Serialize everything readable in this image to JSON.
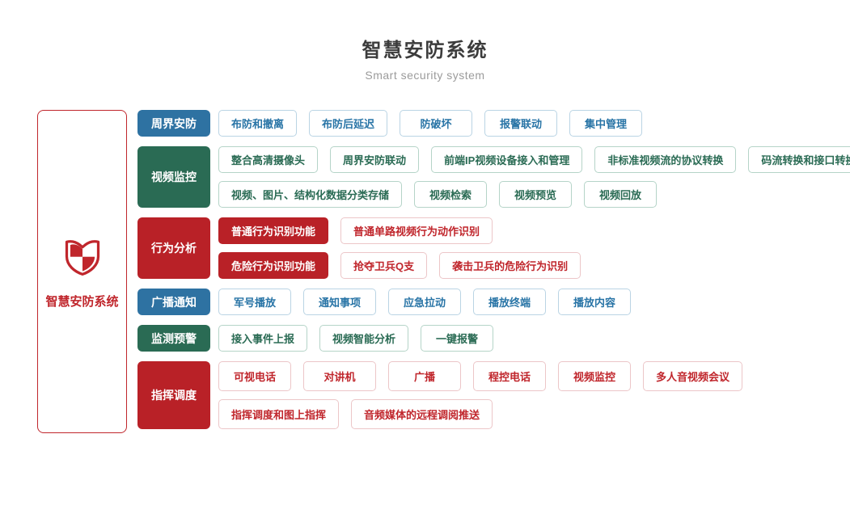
{
  "title": "智慧安防系统",
  "subtitle": "Smart security system",
  "side_panel": {
    "label": "智慧安防系统",
    "icon": "shield-icon"
  },
  "colors": {
    "blue": "#2e72a2",
    "green": "#2a6b54",
    "red": "#b92127",
    "red_text": "#c0262c",
    "title_text": "#3c3c3c",
    "subtitle_text": "#9b9b9b"
  },
  "groups": [
    {
      "label": "周界安防",
      "theme": "blue",
      "rows": [
        {
          "items": [
            {
              "label": "布防和撤离"
            },
            {
              "label": "布防后延迟"
            },
            {
              "label": "防破坏"
            },
            {
              "label": "报警联动"
            },
            {
              "label": "集中管理"
            }
          ]
        }
      ]
    },
    {
      "label": "视频监控",
      "theme": "green",
      "rows": [
        {
          "items": [
            {
              "label": "整合高清摄像头"
            },
            {
              "label": "周界安防联动"
            },
            {
              "label": "前端IP视频设备接入和管理"
            },
            {
              "label": "非标准视频流的协议转换"
            },
            {
              "label": "码流转换和接口转换"
            }
          ]
        },
        {
          "items": [
            {
              "label": "视频、图片、结构化数据分类存储"
            },
            {
              "label": "视频检索"
            },
            {
              "label": "视频预览"
            },
            {
              "label": "视频回放"
            }
          ]
        }
      ]
    },
    {
      "label": "行为分析",
      "theme": "red",
      "rows": [
        {
          "items": [
            {
              "label": "普通行为识别功能",
              "filled": true
            },
            {
              "label": "普通单路视频行为动作识别"
            }
          ]
        },
        {
          "items": [
            {
              "label": "危险行为识别功能",
              "filled": true
            },
            {
              "label": "抢夺卫兵Q支"
            },
            {
              "label": "袭击卫兵的危险行为识别"
            }
          ]
        }
      ]
    },
    {
      "label": "广播通知",
      "theme": "blue",
      "rows": [
        {
          "items": [
            {
              "label": "军号播放"
            },
            {
              "label": "通知事项"
            },
            {
              "label": "应急拉动"
            },
            {
              "label": "播放终端"
            },
            {
              "label": "播放内容"
            }
          ]
        }
      ]
    },
    {
      "label": "监测预警",
      "theme": "green",
      "rows": [
        {
          "items": [
            {
              "label": "接入事件上报"
            },
            {
              "label": "视频智能分析"
            },
            {
              "label": "一键报警"
            }
          ]
        }
      ]
    },
    {
      "label": "指挥调度",
      "theme": "red",
      "rows": [
        {
          "items": [
            {
              "label": "可视电话"
            },
            {
              "label": "对讲机"
            },
            {
              "label": "广播"
            },
            {
              "label": "程控电话"
            },
            {
              "label": "视频监控"
            },
            {
              "label": "多人音视频会议"
            }
          ]
        },
        {
          "items": [
            {
              "label": "指挥调度和图上指挥"
            },
            {
              "label": "音频媒体的远程调阅推送"
            }
          ]
        }
      ]
    }
  ]
}
